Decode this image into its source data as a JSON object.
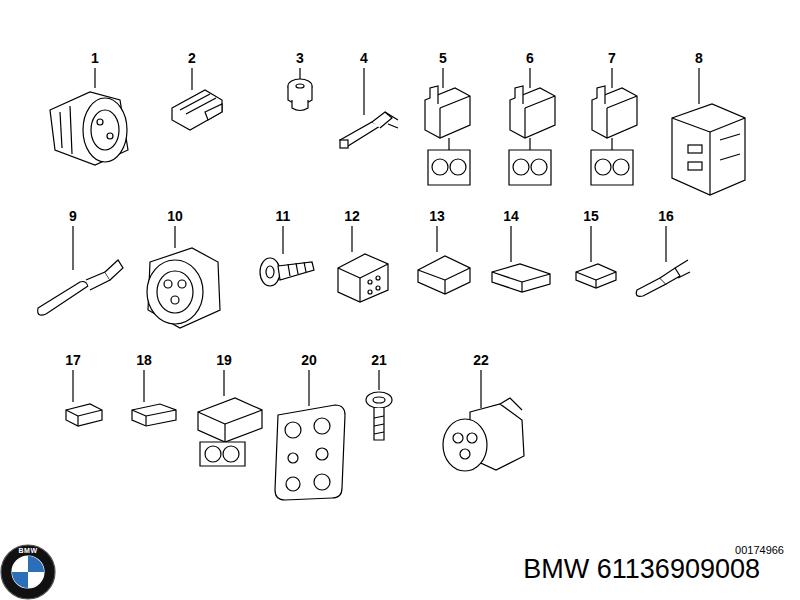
{
  "diagram": {
    "labels": [
      "1",
      "2",
      "3",
      "4",
      "5",
      "6",
      "7",
      "8",
      "9",
      "10",
      "11",
      "12",
      "13",
      "14",
      "15",
      "16",
      "17",
      "18",
      "19",
      "20",
      "21",
      "22",
      "00174966",
      "BMW",
      "BMW 61136909008"
    ]
  }
}
